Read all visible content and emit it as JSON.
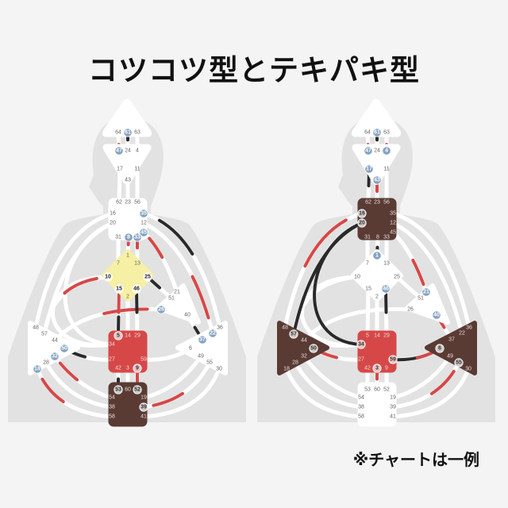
{
  "title": "コツコツ型とテキパキ型",
  "note": "※チャートは一例",
  "colors": {
    "background": "#f4f4f4",
    "silhouette": "#e2e2e2",
    "track": "#ffffff",
    "undefined_center": "#ffffff",
    "g_defined": "#f6f0a4",
    "sacral_defined": "#d64848",
    "brown_defined": "#5a3b34",
    "active_gate": "#84a2c2",
    "design_red": "#d64848",
    "personality_black": "#2a2a2a"
  },
  "charts": [
    {
      "name": "コツコツ型",
      "centers": {
        "head": "undefined_center",
        "ajna": "undefined_center",
        "throat": "undefined_center",
        "g": "g_defined",
        "heart": "undefined_center",
        "spleen": "undefined_center",
        "solar": "undefined_center",
        "sacral": "sacral_defined",
        "root": "brown_defined"
      },
      "gates": [
        64,
        61,
        63,
        47,
        24,
        4,
        17,
        11,
        43,
        62,
        23,
        56,
        16,
        20,
        35,
        12,
        45,
        31,
        8,
        33,
        1,
        7,
        13,
        10,
        25,
        15,
        46,
        2,
        21,
        51,
        26,
        40,
        48,
        57,
        44,
        50,
        32,
        28,
        18,
        36,
        22,
        37,
        6,
        49,
        55,
        30,
        5,
        14,
        29,
        34,
        27,
        59,
        42,
        3,
        9,
        53,
        60,
        52,
        54,
        38,
        58,
        19,
        39,
        41
      ],
      "active_gates": [
        61,
        47,
        35,
        8,
        33,
        45,
        10,
        25,
        15,
        46,
        26,
        37,
        22,
        5,
        9,
        50,
        32,
        18,
        53,
        52,
        39
      ],
      "activations": [
        {
          "from": 61,
          "to": 24,
          "color": "personality_black",
          "ratio": 0.4
        },
        {
          "from": 47,
          "to": 64,
          "color": "design_red",
          "ratio": 0.35
        },
        {
          "from": 35,
          "to": 36,
          "color": "personality_black",
          "ratio": 0.45
        },
        {
          "from": 45,
          "to": 21,
          "color": "design_red",
          "ratio": 0.45
        },
        {
          "from": 25,
          "to": 51,
          "color": "personality_black",
          "ratio": 0.5
        },
        {
          "from": 10,
          "to": 57,
          "color": "design_red",
          "ratio": 0.5
        },
        {
          "from": 26,
          "to": 44,
          "color": "design_red",
          "ratio": 0.5
        },
        {
          "from": 15,
          "to": 5,
          "color": "design_red",
          "ratio": 0.5
        },
        {
          "from": 5,
          "to": 15,
          "color": "personality_black",
          "ratio": 0.4
        },
        {
          "from": 46,
          "to": 29,
          "color": "personality_black",
          "ratio": 0.5
        },
        {
          "from": 37,
          "to": 40,
          "color": "personality_black",
          "ratio": 0.5
        },
        {
          "from": 22,
          "to": 12,
          "color": "design_red",
          "ratio": 0.45
        },
        {
          "from": 50,
          "to": 27,
          "color": "personality_black",
          "ratio": 0.45
        },
        {
          "from": 32,
          "to": 54,
          "color": "design_red",
          "ratio": 0.45
        },
        {
          "from": 18,
          "to": 58,
          "color": "design_red",
          "ratio": 0.45
        },
        {
          "from": 9,
          "to": 52,
          "color": "design_red",
          "ratio": 0.6
        },
        {
          "from": 53,
          "to": 42,
          "color": "personality_black",
          "ratio": 0.5
        },
        {
          "from": 39,
          "to": 55,
          "color": "design_red",
          "ratio": 0.5
        },
        {
          "from": 8,
          "to": 1,
          "color": "design_red",
          "ratio": 0.4
        },
        {
          "from": 33,
          "to": 13,
          "color": "design_red",
          "ratio": 0.4
        }
      ]
    },
    {
      "name": "テキパキ型",
      "centers": {
        "head": "undefined_center",
        "ajna": "undefined_center",
        "throat": "brown_defined",
        "g": "undefined_center",
        "heart": "undefined_center",
        "spleen": "brown_defined",
        "solar": "brown_defined",
        "sacral": "sacral_defined",
        "root": "undefined_center"
      },
      "gates": [
        64,
        61,
        63,
        47,
        24,
        4,
        17,
        11,
        43,
        62,
        23,
        56,
        16,
        20,
        35,
        12,
        45,
        31,
        8,
        33,
        1,
        7,
        13,
        10,
        25,
        15,
        46,
        2,
        21,
        51,
        26,
        40,
        48,
        57,
        44,
        50,
        32,
        28,
        18,
        36,
        22,
        37,
        6,
        49,
        55,
        30,
        5,
        14,
        29,
        34,
        27,
        59,
        42,
        3,
        9,
        53,
        60,
        52,
        54,
        38,
        58,
        19,
        39,
        41
      ],
      "active_gates": [
        61,
        47,
        4,
        17,
        43,
        16,
        20,
        1,
        46,
        21,
        40,
        57,
        50,
        34,
        59,
        3,
        6,
        55
      ],
      "activations": [
        {
          "from": 61,
          "to": 24,
          "color": "personality_black",
          "ratio": 0.4
        },
        {
          "from": 47,
          "to": 64,
          "color": "design_red",
          "ratio": 0.35
        },
        {
          "from": 4,
          "to": 63,
          "color": "design_red",
          "ratio": 0.35
        },
        {
          "from": 17,
          "to": 62,
          "color": "personality_black",
          "ratio": 0.5
        },
        {
          "from": 43,
          "to": 23,
          "color": "design_red",
          "ratio": 0.5
        },
        {
          "from": 16,
          "to": 48,
          "color": "design_red",
          "ratio": 0.55
        },
        {
          "from": 20,
          "to": 57,
          "color": "personality_black",
          "ratio": 1
        },
        {
          "from": 20,
          "to": 34,
          "color": "personality_black",
          "ratio": 1
        },
        {
          "from": 1,
          "to": 8,
          "color": "personality_black",
          "ratio": 0.45
        },
        {
          "from": 46,
          "to": 29,
          "color": "personality_black",
          "ratio": 0.5
        },
        {
          "from": 21,
          "to": 45,
          "color": "design_red",
          "ratio": 0.5
        },
        {
          "from": 40,
          "to": 37,
          "color": "design_red",
          "ratio": 0.5
        },
        {
          "from": 50,
          "to": 27,
          "color": "design_red",
          "ratio": 0.5
        },
        {
          "from": 59,
          "to": 6,
          "color": "personality_black",
          "ratio": 1
        },
        {
          "from": 6,
          "to": 59,
          "color": "design_red",
          "ratio": 0.5
        },
        {
          "from": 55,
          "to": 39,
          "color": "design_red",
          "ratio": 0.5
        },
        {
          "from": 3,
          "to": 60,
          "color": "design_red",
          "ratio": 0.5
        }
      ]
    }
  ]
}
